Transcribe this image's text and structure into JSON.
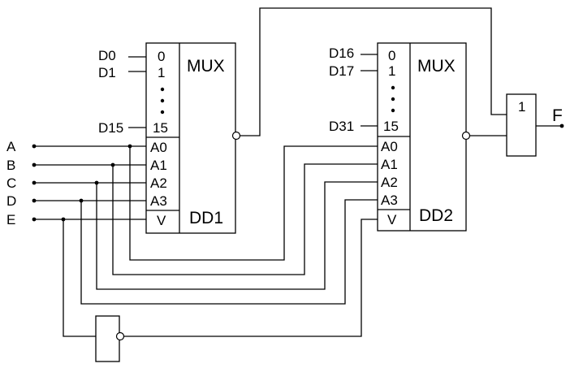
{
  "inputs": [
    "A",
    "B",
    "C",
    "D",
    "E"
  ],
  "dd1": {
    "title": "MUX",
    "name": "DD1",
    "data_labels": [
      "D0",
      "D1",
      "D15"
    ],
    "pin_numbers": [
      "0",
      "1",
      "15"
    ],
    "address_pins": [
      "A0",
      "A1",
      "A2",
      "A3"
    ],
    "enable_pin": "V"
  },
  "dd2": {
    "title": "MUX",
    "name": "DD2",
    "data_labels": [
      "D16",
      "D17",
      "D31"
    ],
    "pin_numbers": [
      "0",
      "1",
      "15"
    ],
    "address_pins": [
      "A0",
      "A1",
      "A2",
      "A3"
    ],
    "enable_pin": "V"
  },
  "or_gate": {
    "label": "1"
  },
  "output": "F"
}
